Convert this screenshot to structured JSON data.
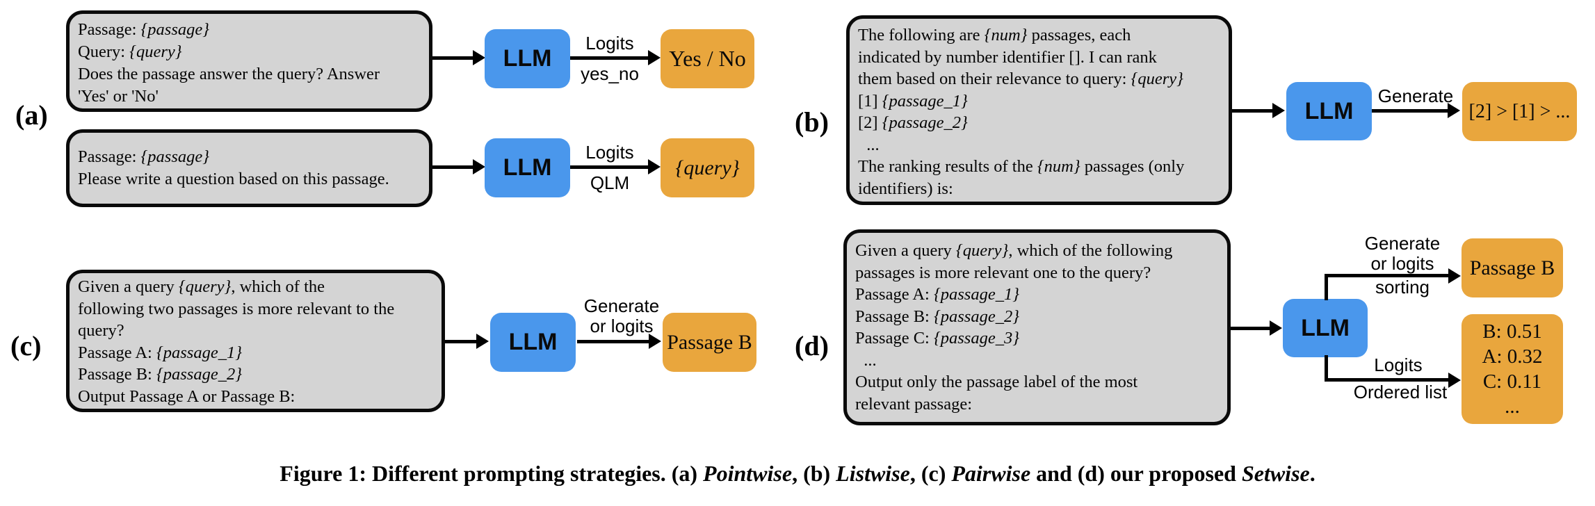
{
  "colors": {
    "llm_blue": "#4a97ec",
    "output_orange": "#e9a63d",
    "prompt_gray": "#d4d4d4",
    "line_black": "#000000",
    "background": "#ffffff"
  },
  "llm_label": "LLM",
  "panels": {
    "a": {
      "label": "(a)",
      "rows": [
        {
          "prompt": "Passage: {passage}\nQuery: {query}\nDoes the passage answer the query? Answer\n'Yes' or 'No'",
          "arrow_label_above": "Logits",
          "arrow_label_below": "yes_no",
          "output": "Yes / No"
        },
        {
          "prompt": "Passage: {passage}\nPlease write a question based on this passage.",
          "arrow_label_above": "Logits",
          "arrow_label_below": "QLM",
          "output": "{query}"
        }
      ]
    },
    "b": {
      "label": "(b)",
      "prompt": "The following are {num} passages, each\nindicated by number identifier []. I can rank\nthem based on their relevance to query: {query}\n[1] {passage_1}\n[2] {passage_2}\n  ...\nThe ranking results of the {num} passages (only\nidentifiers) is:",
      "arrow_label_above": "Generate",
      "output": "[2] > [1] > ..."
    },
    "c": {
      "label": "(c)",
      "prompt": "Given a query {query}, which of the\nfollowing two passages is more relevant to the\nquery?\nPassage A: {passage_1}\nPassage B: {passage_2}\nOutput Passage A or Passage B:",
      "arrow_label_above": "Generate\nor logits",
      "output": "Passage B"
    },
    "d": {
      "label": "(d)",
      "prompt": "Given a query {query}, which of the following\npassages is more relevant one to the query?\nPassage A: {passage_1}\nPassage B: {passage_2}\nPassage C: {passage_3}\n  ...\nOutput only the passage label of the most\nrelevant passage:",
      "branches": {
        "top": {
          "label_above": "Generate\nor logits",
          "label_below": "sorting",
          "output": "Passage B"
        },
        "bottom": {
          "label_above": "Logits",
          "label_below": "Ordered list",
          "output": "B: 0.51\nA: 0.32\nC: 0.11\n..."
        }
      }
    }
  },
  "caption": {
    "prefix": "Figure 1: Different prompting strategies. (a) ",
    "pointwise": "Pointwise",
    "sep_b": ", (b) ",
    "listwise": "Listwise",
    "sep_c": ", (c) ",
    "pairwise": "Pairwise",
    "sep_d": " and (d) our proposed ",
    "setwise": "Setwise",
    "period": "."
  }
}
